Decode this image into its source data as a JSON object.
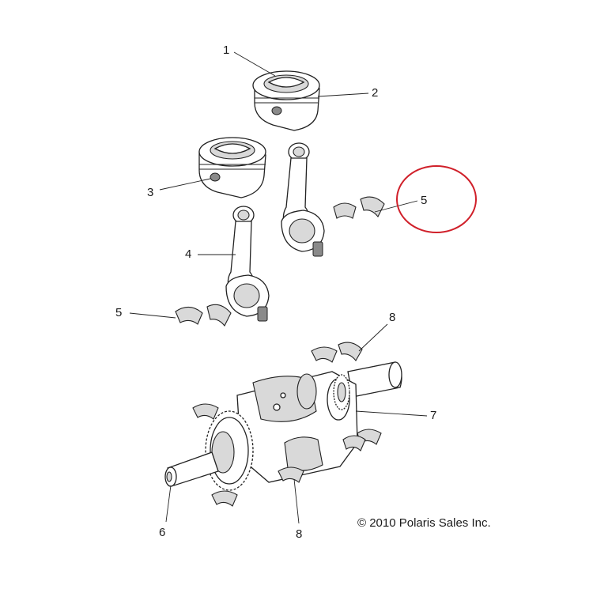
{
  "callouts": {
    "c1": "1",
    "c2": "2",
    "c3": "3",
    "c4": "4",
    "c5a": "5",
    "c5b": "5",
    "c6": "6",
    "c7": "7",
    "c8a": "8",
    "c8b": "8"
  },
  "copyright": "© 2010 Polaris Sales Inc.",
  "highlight_color": "#d0202a",
  "parts": [
    "piston",
    "connecting-rod",
    "rod-bearing",
    "crankshaft",
    "main-bearing",
    "gear"
  ]
}
